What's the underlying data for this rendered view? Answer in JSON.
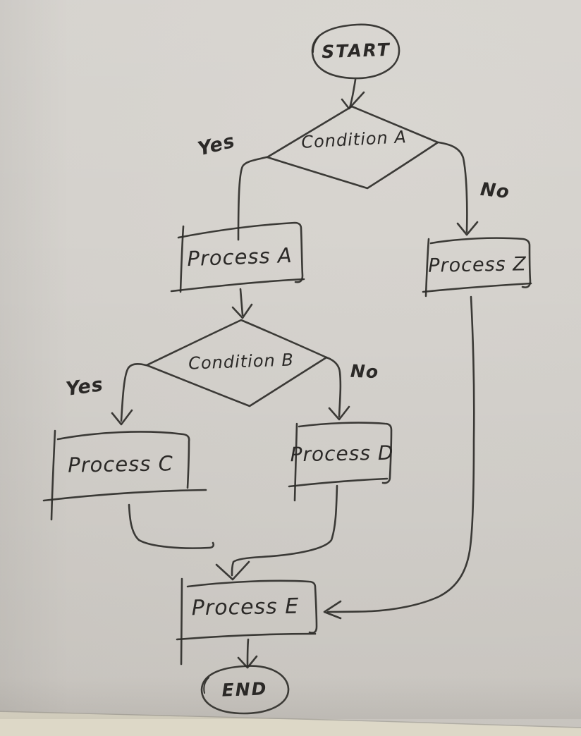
{
  "scene": {
    "description": "Hand-drawn flowchart sketched in black ink on a sheet of light gray paper (photo)",
    "ink_color": "#2e2c29",
    "paper_color": "#d4d1cc",
    "surface_below_paper_color": "#ddd8c7"
  },
  "nodes": {
    "start": {
      "type": "terminator",
      "label": "START"
    },
    "condition_a": {
      "type": "decision",
      "label": "Condition A"
    },
    "process_a": {
      "type": "process",
      "label": "Process A"
    },
    "process_z": {
      "type": "process",
      "label": "Process Z"
    },
    "condition_b": {
      "type": "decision",
      "label": "Condition B"
    },
    "process_c": {
      "type": "process",
      "label": "Process C"
    },
    "process_d": {
      "type": "process",
      "label": "Process D"
    },
    "process_e": {
      "type": "process",
      "label": "Process E"
    },
    "end": {
      "type": "terminator",
      "label": "END"
    }
  },
  "edge_labels": {
    "condition_a_yes": "Yes",
    "condition_a_no": "No",
    "condition_b_yes": "Yes",
    "condition_b_no": "No"
  },
  "connections": [
    {
      "from": "START",
      "to": "Condition A",
      "label": ""
    },
    {
      "from": "Condition A",
      "to": "Process A",
      "label": "Yes"
    },
    {
      "from": "Condition A",
      "to": "Process Z",
      "label": "No"
    },
    {
      "from": "Process A",
      "to": "Condition B",
      "label": ""
    },
    {
      "from": "Condition B",
      "to": "Process C",
      "label": "Yes"
    },
    {
      "from": "Condition B",
      "to": "Process D",
      "label": "No"
    },
    {
      "from": "Process C",
      "to": "Process E",
      "label": ""
    },
    {
      "from": "Process D",
      "to": "Process E",
      "label": ""
    },
    {
      "from": "Process Z",
      "to": "Process E",
      "label": ""
    },
    {
      "from": "Process E",
      "to": "END",
      "label": ""
    }
  ]
}
